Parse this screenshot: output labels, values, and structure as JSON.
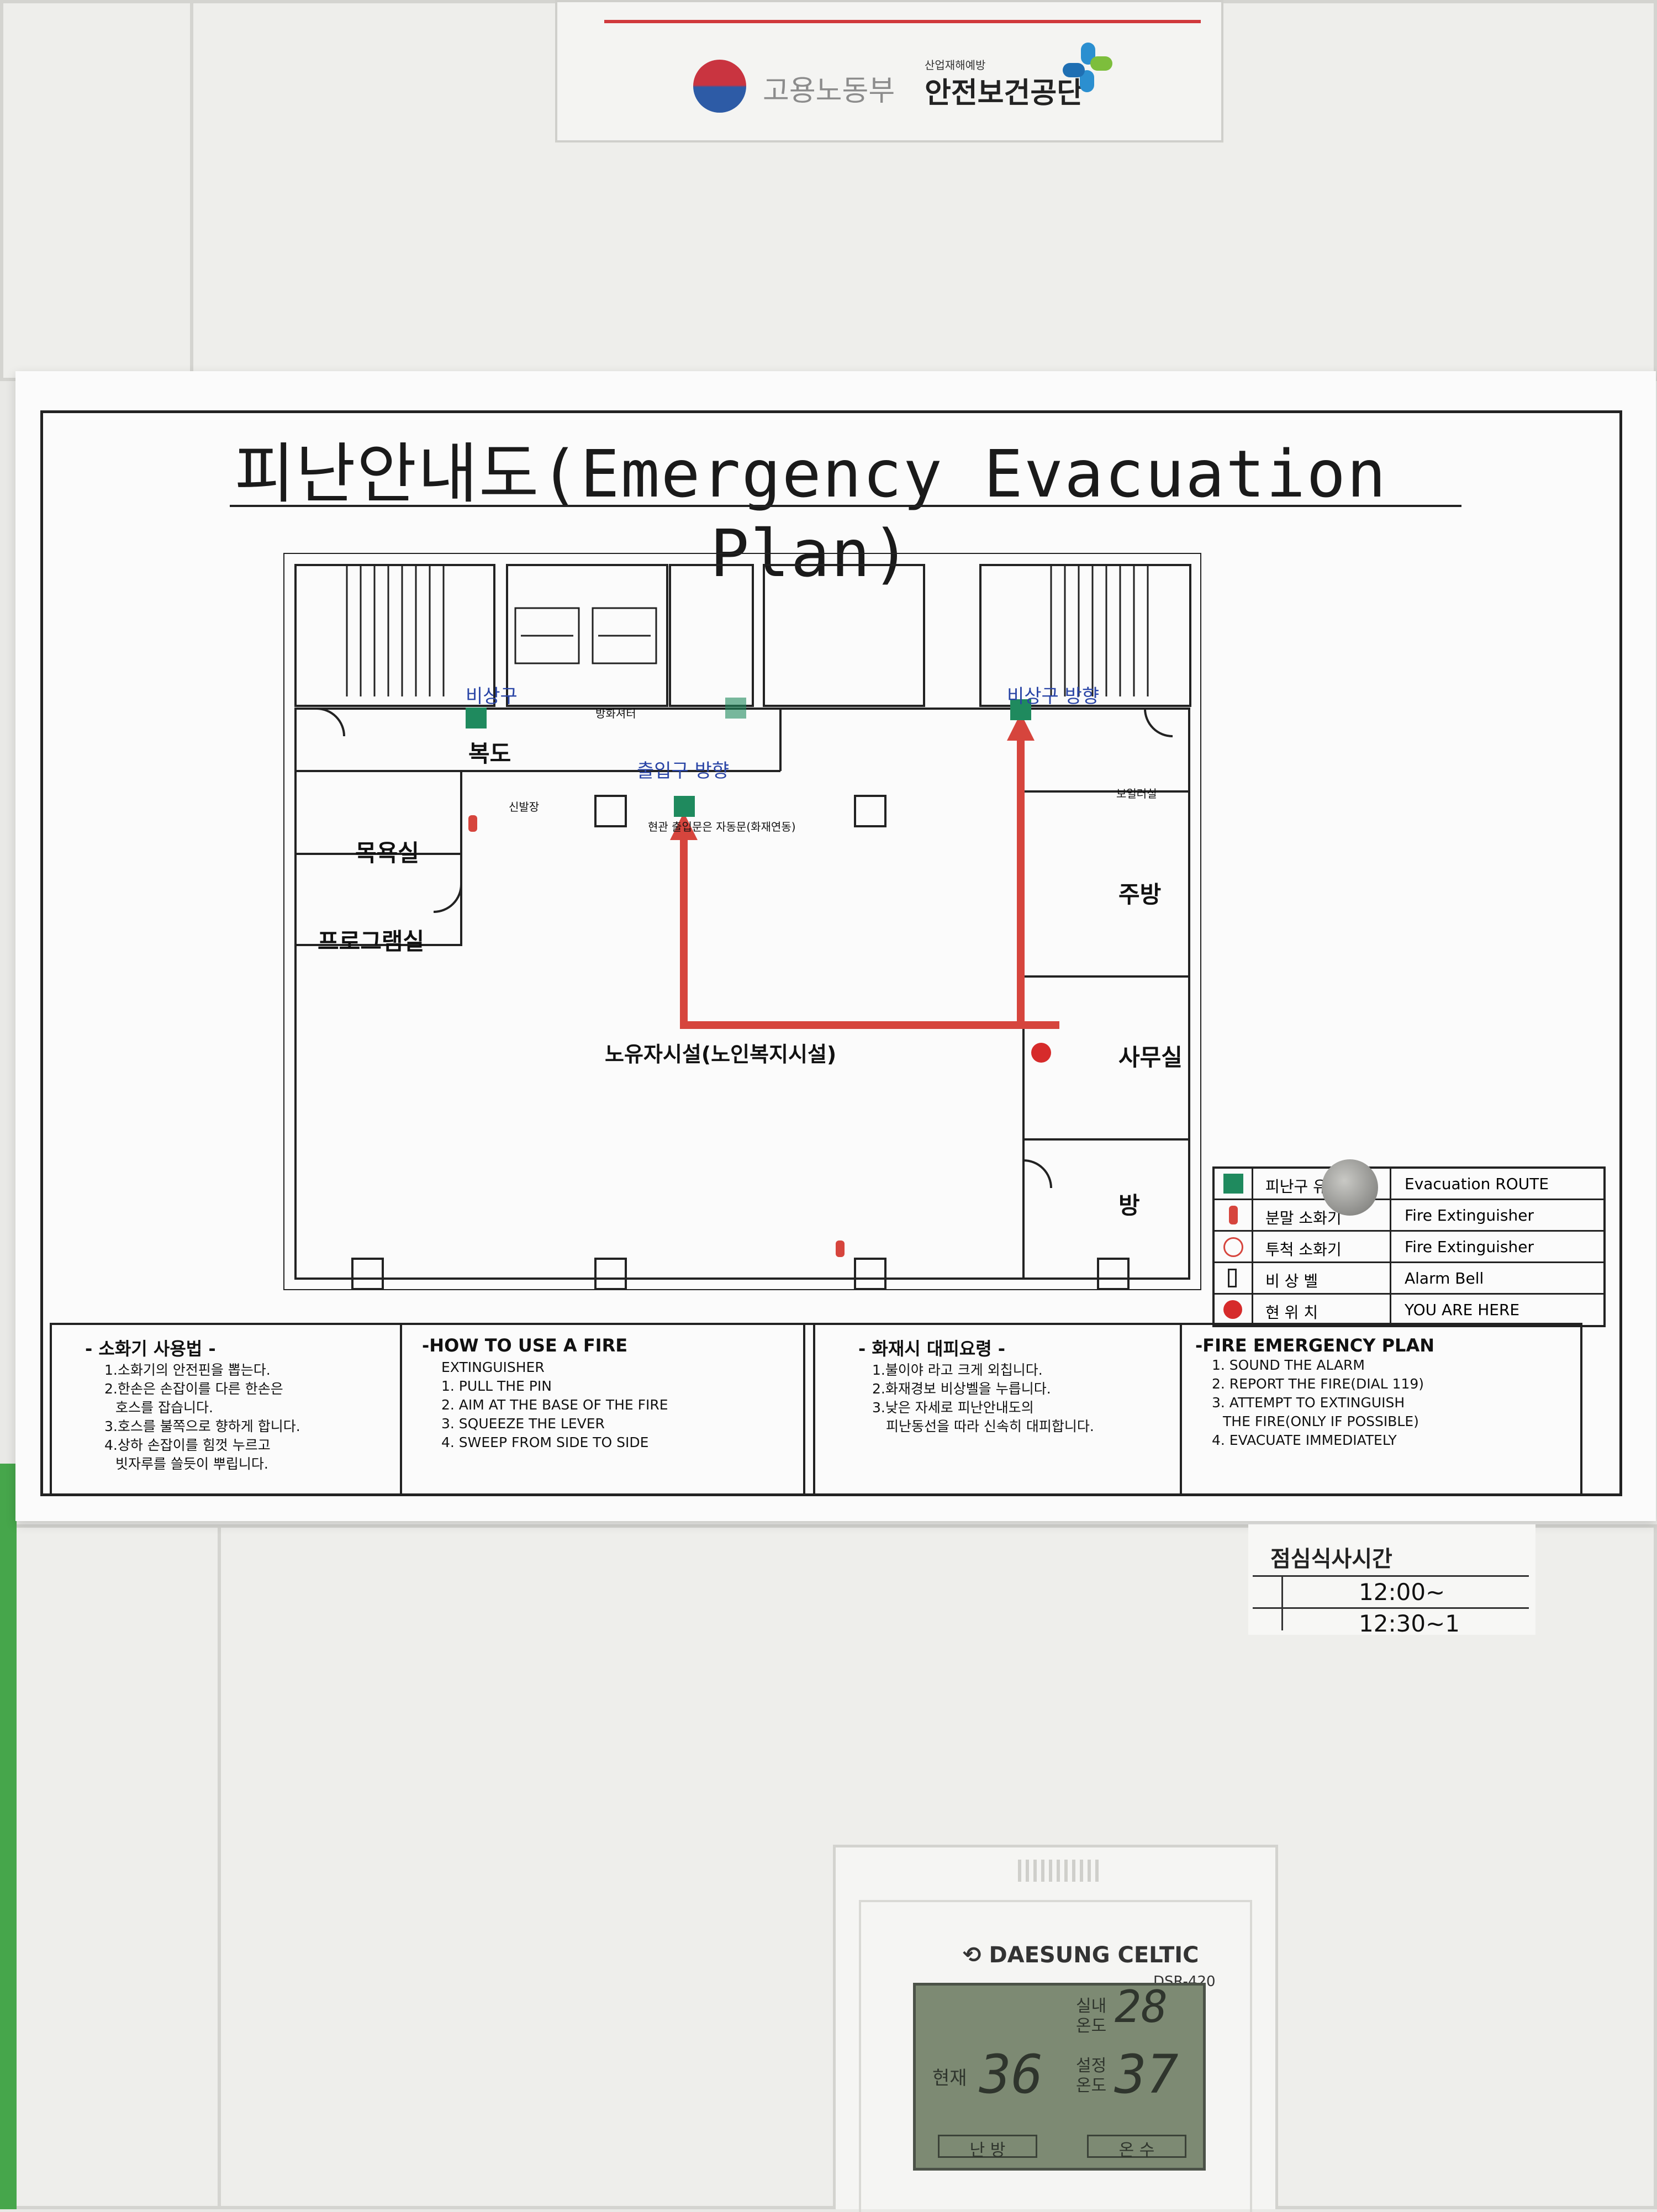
{
  "agency_plate": {
    "ministry": "고용노동부",
    "agency_small": "산업재해예방",
    "agency": "안전보건공단"
  },
  "poster": {
    "title": "피난안내도(Emergency Evacuation Plan)",
    "rooms": {
      "emergency_exit_left": "비상구",
      "emergency_exit_right": "비상구 방향",
      "corridor": "복도",
      "fire_shutter": "방화셔터",
      "entrance_dir": "출입구 방향",
      "shoe_rack": "신발장",
      "door_note": "현관 출입문은 자동문(화재연동)",
      "bath": "목욕실",
      "program": "프로그램실",
      "boiler": "보일러실",
      "kitchen": "주방",
      "facility": "노유자시설(노인복지시설)",
      "office": "사무실",
      "room": "방"
    },
    "legend": [
      {
        "icon": "exit-sign-icon",
        "ko": "피난구 유도",
        "en": "Evacuation ROUTE"
      },
      {
        "icon": "fire-extinguisher-icon",
        "ko": "분말 소화기",
        "en": "Fire Extinguisher"
      },
      {
        "icon": "throw-extinguisher-icon",
        "ko": "투척 소화기",
        "en": "Fire Extinguisher"
      },
      {
        "icon": "alarm-bell-icon",
        "ko": "비 상 벨",
        "en": "Alarm Bell"
      },
      {
        "icon": "red-dot-icon",
        "ko": "현 위 치",
        "en": "YOU ARE HERE"
      }
    ],
    "extinguisher_ko": {
      "title": "- 소화기 사용법 -",
      "lines": [
        "1.소화기의 안전핀을 뽑는다.",
        "2.한손은 손잡이를 다른 한손은",
        "  호스를 잡습니다.",
        "3.호스를 불쪽으로 향하게 합니다.",
        "4.상하 손잡이를 힘껏 누르고",
        "  빗자루를 쓸듯이 뿌립니다."
      ]
    },
    "extinguisher_en": {
      "title": "-HOW TO USE A FIRE",
      "lines": [
        "EXTINGUISHER",
        "1. PULL THE PIN",
        "2. AIM AT THE BASE OF THE FIRE",
        "3. SQUEEZE THE LEVER",
        "4. SWEEP FROM SIDE TO SIDE"
      ]
    },
    "plan_ko": {
      "title": "- 화재시 대피요령 -",
      "lines": [
        "1.불이야 라고 크게 외칩니다.",
        "2.화재경보 비상벨을 누릅니다.",
        "3.낮은 자세로 피난안내도의",
        "  피난동선을 따라 신속히 대피합니다."
      ]
    },
    "plan_en": {
      "title": "-FIRE EMERGENCY PLAN",
      "lines": [
        "1. SOUND THE ALARM",
        "2. REPORT THE FIRE(DIAL 119)",
        "3. ATTEMPT TO EXTINGUISH",
        "  THE FIRE(ONLY IF POSSIBLE)",
        "4. EVACUATE IMMEDIATELY"
      ]
    }
  },
  "lunch_note": {
    "title": "점심식사시간",
    "row1": "12:00~",
    "row2": "12:30~1"
  },
  "thermostat": {
    "brand": "DAESUNG CELTIC",
    "model": "DSR-420",
    "room_label": "실내\n온도",
    "room_temp": "28",
    "current_label": "현재",
    "current_temp": "36",
    "set_label": "설정\n온도",
    "set_temp": "37",
    "mode_heat": "난 방",
    "mode_hot_water": "온 수"
  },
  "colors": {
    "route_red": "#d6453d",
    "exit_green": "#1f8a5e",
    "label_blue": "#2a45a6"
  }
}
